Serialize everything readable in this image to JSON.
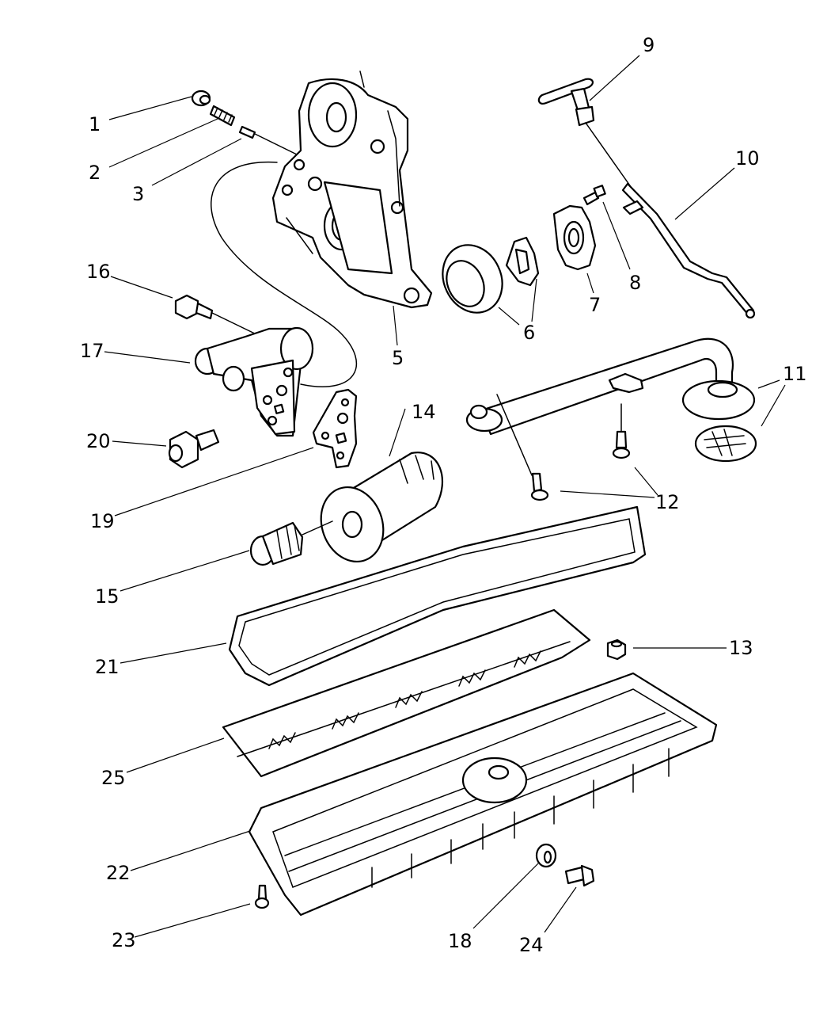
{
  "diagram": {
    "type": "exploded-parts-diagram",
    "subject": "engine oil pump, oil filter adapter, oil pan and gaskets",
    "callouts": [
      {
        "id": "1",
        "label": "1"
      },
      {
        "id": "2",
        "label": "2"
      },
      {
        "id": "3",
        "label": "3"
      },
      {
        "id": "5",
        "label": "5"
      },
      {
        "id": "6",
        "label": "6"
      },
      {
        "id": "7",
        "label": "7"
      },
      {
        "id": "8",
        "label": "8"
      },
      {
        "id": "9",
        "label": "9"
      },
      {
        "id": "10",
        "label": "10"
      },
      {
        "id": "11",
        "label": "11"
      },
      {
        "id": "12",
        "label": "12"
      },
      {
        "id": "13",
        "label": "13"
      },
      {
        "id": "14",
        "label": "14"
      },
      {
        "id": "15",
        "label": "15"
      },
      {
        "id": "16",
        "label": "16"
      },
      {
        "id": "17",
        "label": "17"
      },
      {
        "id": "18",
        "label": "18"
      },
      {
        "id": "19",
        "label": "19"
      },
      {
        "id": "20",
        "label": "20"
      },
      {
        "id": "21",
        "label": "21"
      },
      {
        "id": "22",
        "label": "22"
      },
      {
        "id": "23",
        "label": "23"
      },
      {
        "id": "24",
        "label": "24"
      },
      {
        "id": "25",
        "label": "25"
      }
    ]
  }
}
